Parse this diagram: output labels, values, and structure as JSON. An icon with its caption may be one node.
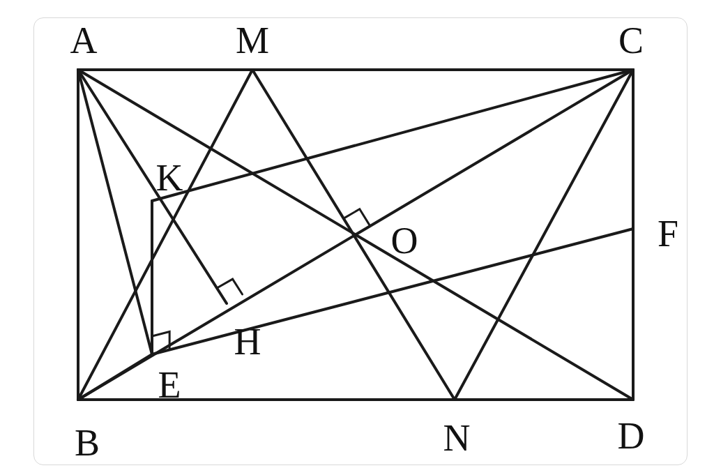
{
  "diagram": {
    "labels": [
      "A",
      "M",
      "C",
      "K",
      "O",
      "F",
      "H",
      "E",
      "B",
      "N",
      "D"
    ]
  }
}
